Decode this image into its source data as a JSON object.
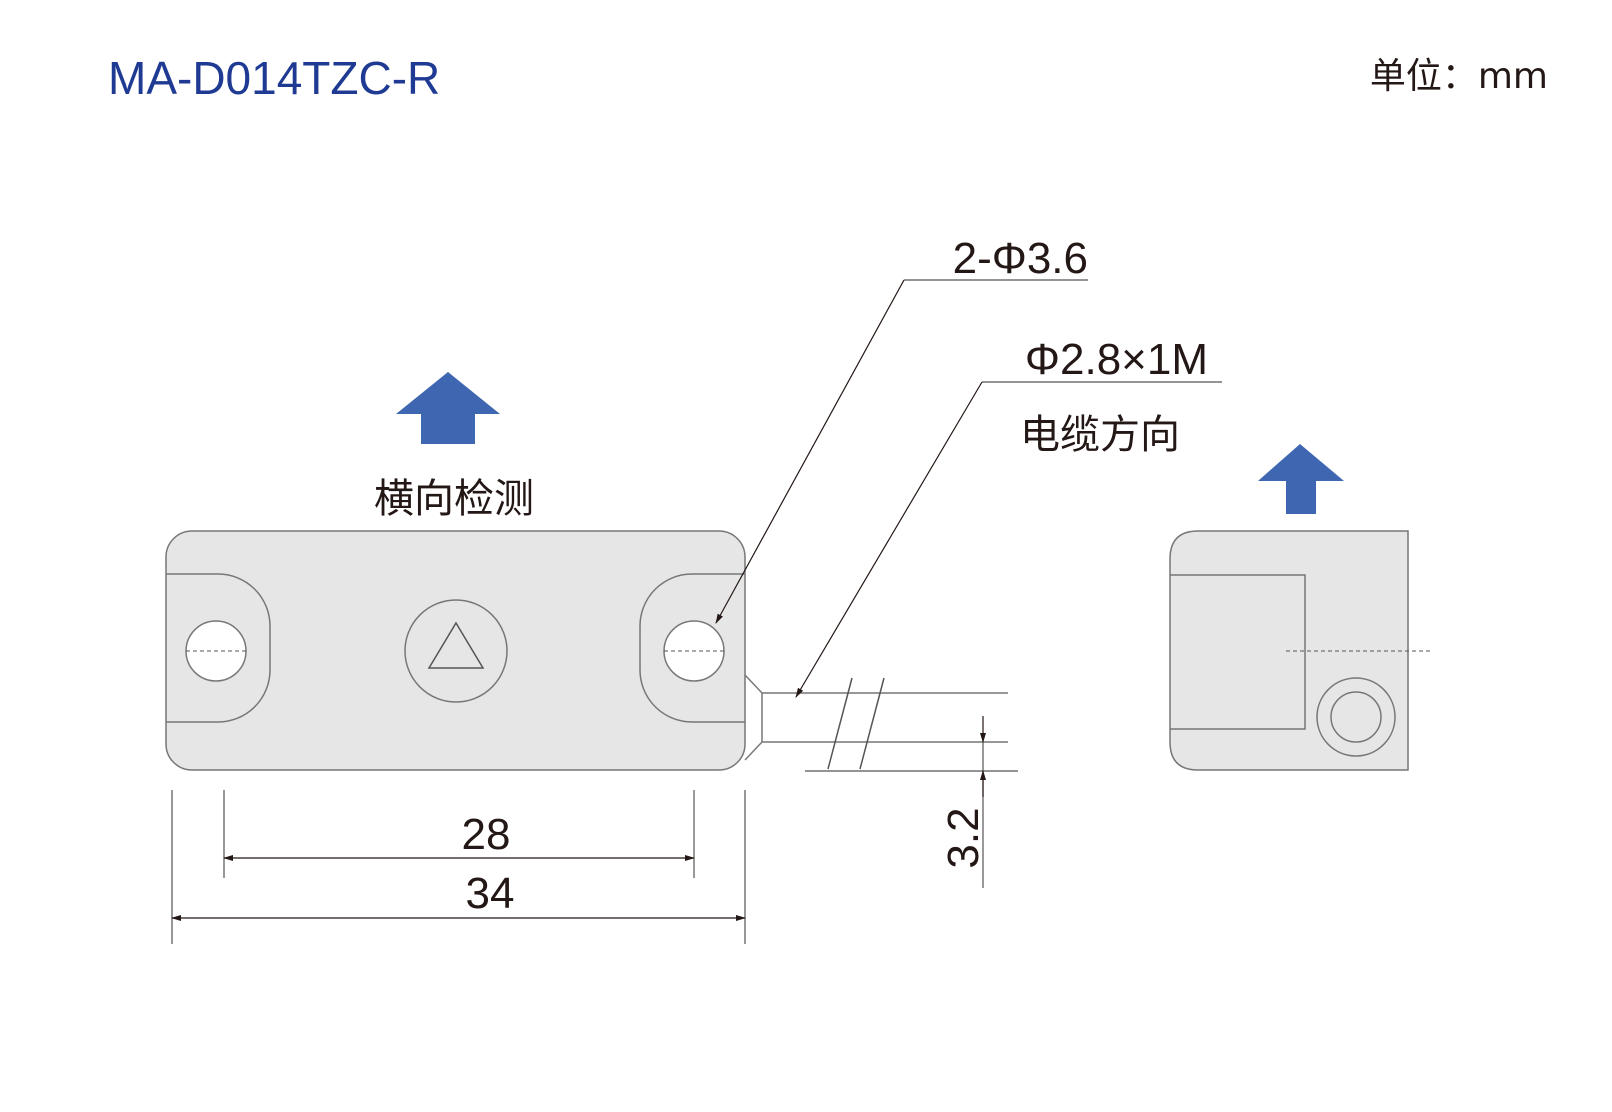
{
  "header": {
    "model": "MA-D014TZC-R",
    "unit_label": "单位：mm"
  },
  "callouts": {
    "holes": "2-Φ3.6",
    "cable": "Φ2.8×1M",
    "cable_direction": "电缆方向",
    "detection": "横向检测"
  },
  "dimensions": {
    "hole_pitch": "28",
    "total_length": "34",
    "thickness": "3.2"
  },
  "colors": {
    "title": "#1f3a93",
    "arrow": "#3f67b1",
    "body_fill": "#e6e6e6",
    "stroke": "#555555",
    "text": "#231815"
  },
  "icons": {
    "sensor_mark": "triangle-icon",
    "direction": "up-arrow-icon"
  }
}
